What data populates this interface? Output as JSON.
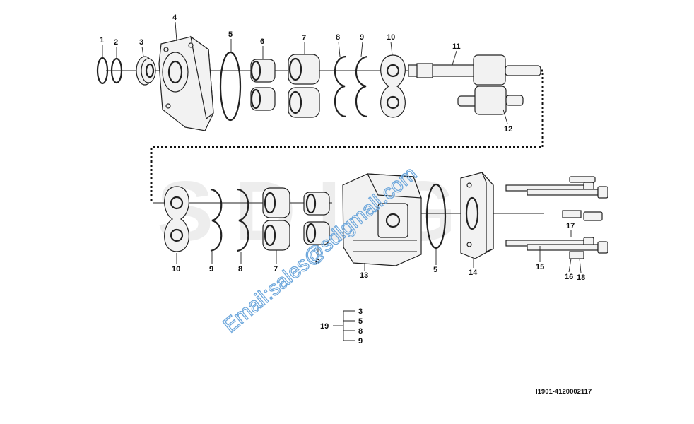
{
  "diagram": {
    "drawing_code": "I1901-4120002117",
    "watermark_text": "Email:sales@sdlgmall.com",
    "background_logo": "SDLG",
    "callouts_top": [
      "1",
      "2",
      "3",
      "4",
      "5",
      "6",
      "7",
      "8",
      "9",
      "10",
      "11",
      "12"
    ],
    "callouts_bottom": [
      "10",
      "9",
      "8",
      "7",
      "6",
      "13",
      "5",
      "14",
      "15",
      "16",
      "17",
      "18"
    ],
    "kit": {
      "label": "19",
      "members": [
        "3",
        "5",
        "8",
        "9"
      ]
    }
  }
}
